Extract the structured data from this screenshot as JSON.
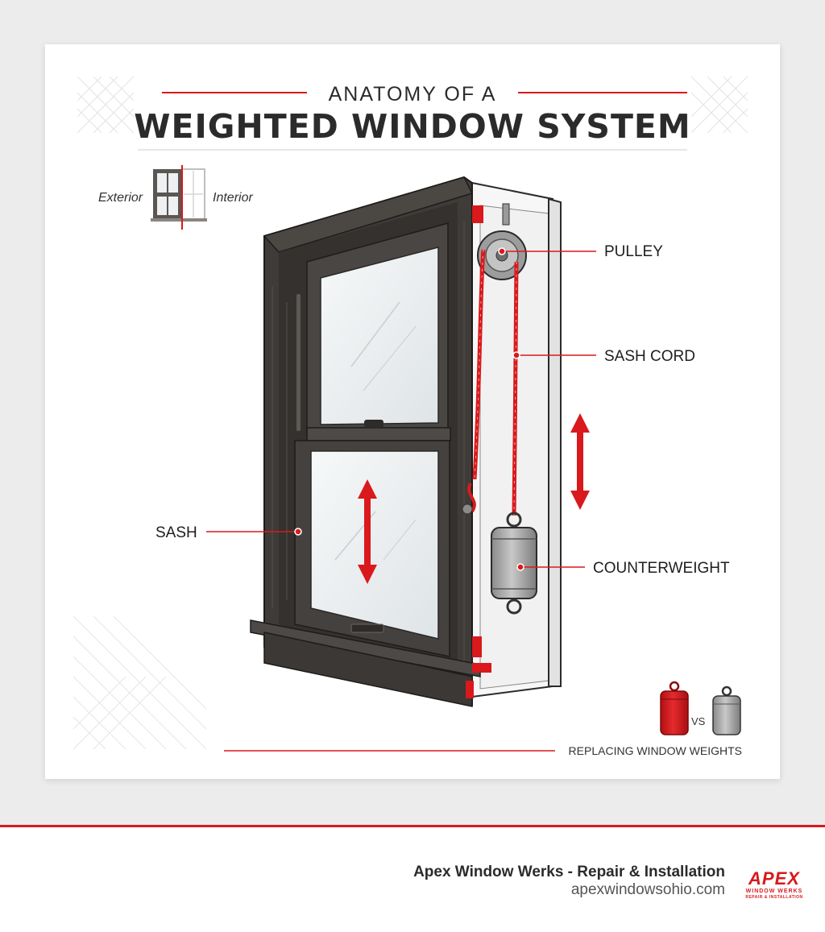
{
  "header": {
    "subtitle": "ANATOMY OF A",
    "title": "WEIGHTED WINDOW SYSTEM"
  },
  "legend": {
    "exterior": "Exterior",
    "interior": "Interior"
  },
  "labels": {
    "pulley": "PULLEY",
    "sash_cord": "SASH CORD",
    "sash": "SASH",
    "counterweight": "COUNTERWEIGHT"
  },
  "comparison": {
    "vs": "VS",
    "caption": "REPLACING WINDOW WEIGHTS"
  },
  "footer": {
    "company": "Apex Window Werks - Repair & Installation",
    "website": "apexwindowsohio.com",
    "logo_word": "APEX",
    "logo_line1": "WINDOW WERKS",
    "logo_line2": "REPAIR & INSTALLATION"
  },
  "colors": {
    "accent": "#d9191c",
    "frame": "#3e3b38",
    "ink": "#2b2b2b"
  }
}
